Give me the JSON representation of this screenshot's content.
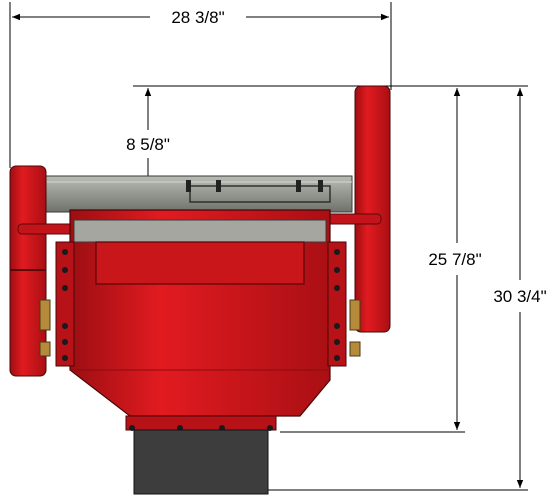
{
  "dimensions": {
    "overall_width": "28 3/8\"",
    "top_offset": "8 5/8\"",
    "body_height": "25 7/8\"",
    "overall_height": "30 3/4\""
  },
  "colors": {
    "frame_red": "#d8161c",
    "frame_dark": "#7a0a0c",
    "steel_gray": "#8c8f87",
    "discharge_gray": "#3d3d3d",
    "bolt": "#1a1a1a"
  }
}
